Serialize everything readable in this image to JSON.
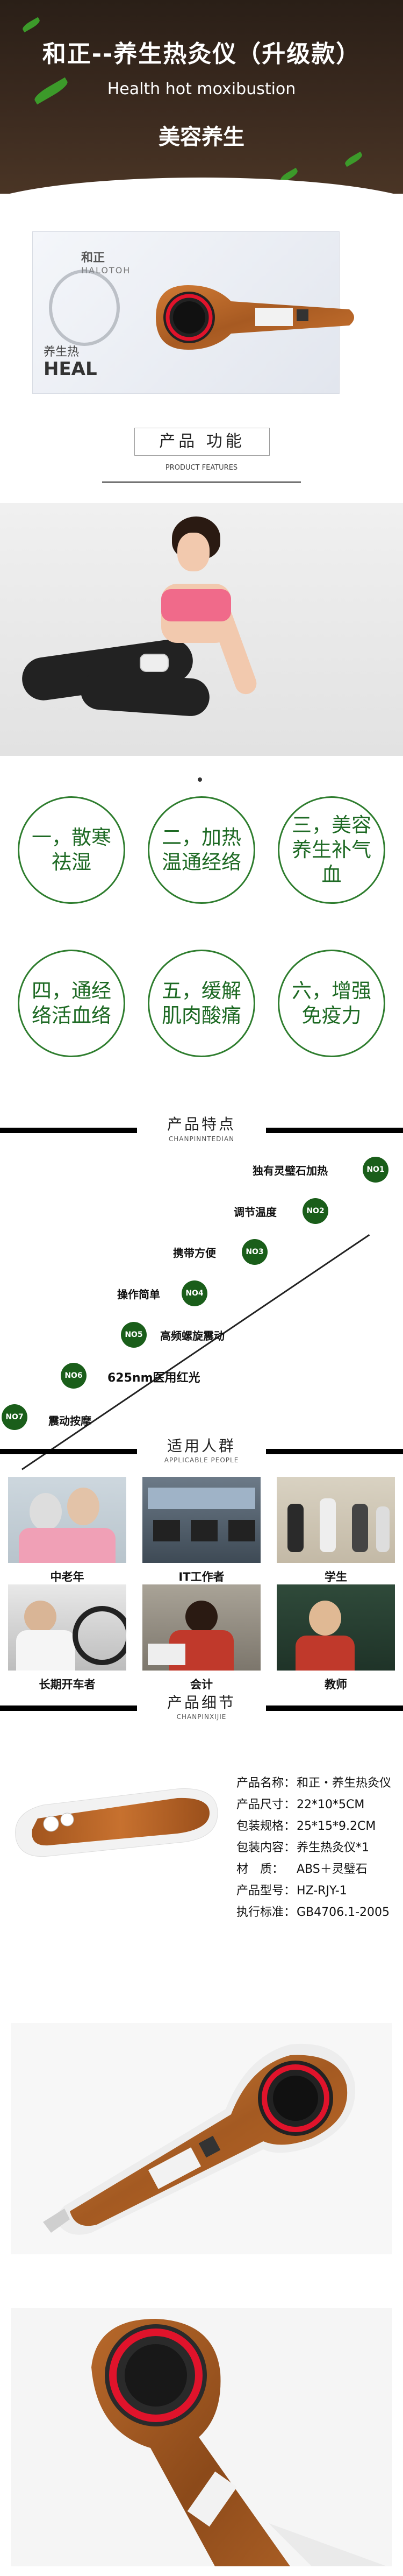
{
  "header": {
    "title": "和正--养生热灸仪（升级款）",
    "subtitle_en": "Health hot moxibustion",
    "tagline": "美容养生"
  },
  "package": {
    "brand": "和正",
    "brand_en": "HALOTOH",
    "name_cn": "养生热",
    "name_en": "HEAL"
  },
  "features_section": {
    "label": "产品 功能",
    "label_en": "PRODUCT FEATURES"
  },
  "functions": [
    "一，散寒祛湿",
    "二，加热温通经络",
    "三，美容养生补气血",
    "四，通经络活血络",
    "五，缓解肌肉酸痛",
    "六，增强免疫力"
  ],
  "characteristics_section": {
    "title": "产品特点",
    "subtitle": "CHANPINNTEDIAN"
  },
  "characteristics": [
    {
      "no": "NO1",
      "label": "独有灵璧石加热"
    },
    {
      "no": "NO2",
      "label": "调节温度"
    },
    {
      "no": "NO3",
      "label": "携带方便"
    },
    {
      "no": "NO4",
      "label": "操作简单"
    },
    {
      "no": "NO5",
      "label": "高频螺旋震动"
    },
    {
      "no": "NO6",
      "label": "625nm医用红光"
    },
    {
      "no": "NO7",
      "label": "震动按摩"
    }
  ],
  "people_section": {
    "title": "适用人群",
    "subtitle": "APPLICABLE PEOPLE"
  },
  "people": [
    {
      "label": "中老年"
    },
    {
      "label": "IT工作者"
    },
    {
      "label": "学生"
    },
    {
      "label": "长期开车者"
    },
    {
      "label": "会计"
    },
    {
      "label": "教师"
    }
  ],
  "detail_section": {
    "title": "产品细节",
    "subtitle": "CHANPINXIJIE"
  },
  "specs": [
    {
      "key": "产品名称：",
      "value": "和正・养生热灸仪"
    },
    {
      "key": "产品尺寸：",
      "value": "22*10*5CM"
    },
    {
      "key": "包装规格：",
      "value": "25*15*9.2CM"
    },
    {
      "key": "包装内容：",
      "value": "养生热灸仪*1"
    },
    {
      "key": "材　质：",
      "value": "ABS＋灵璧石"
    },
    {
      "key": "产品型号：",
      "value": "HZ-RJY-1"
    },
    {
      "key": "执行标准：",
      "value": "GB4706.1-2005"
    }
  ],
  "colors": {
    "accent_green": "#1a5e1a",
    "circle_green": "#2e7d2e",
    "header_brown": "#3b2a1f",
    "wood": "#b8692b",
    "red_light": "#e0132b"
  }
}
